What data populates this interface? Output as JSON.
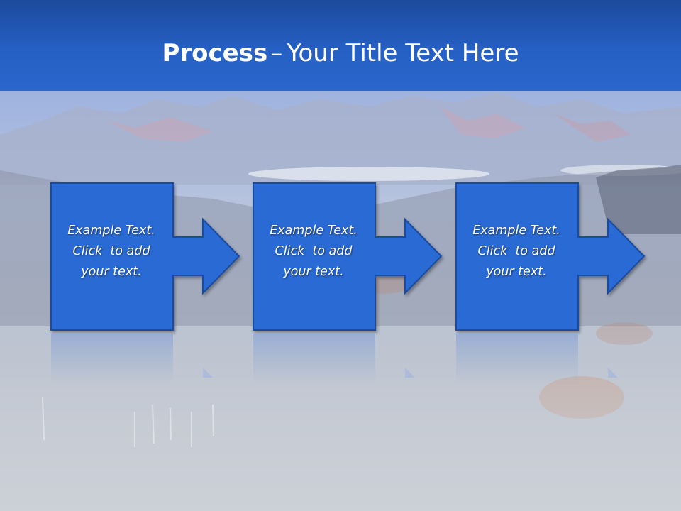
{
  "title": {
    "bold": "Process",
    "separator": "–",
    "rest": "Your Title Text Here"
  },
  "steps": [
    {
      "lines": [
        "Example Text.",
        "Click  to add",
        "your text."
      ]
    },
    {
      "lines": [
        "Example Text.",
        "Click  to add",
        "your text."
      ]
    },
    {
      "lines": [
        "Example Text.",
        "Click  to add",
        "your text."
      ]
    }
  ],
  "colors": {
    "title_bar": "#2660c4",
    "shape_fill": "#2b6ad4",
    "shape_stroke": "#1a4b9e",
    "text": "#ffffff"
  }
}
